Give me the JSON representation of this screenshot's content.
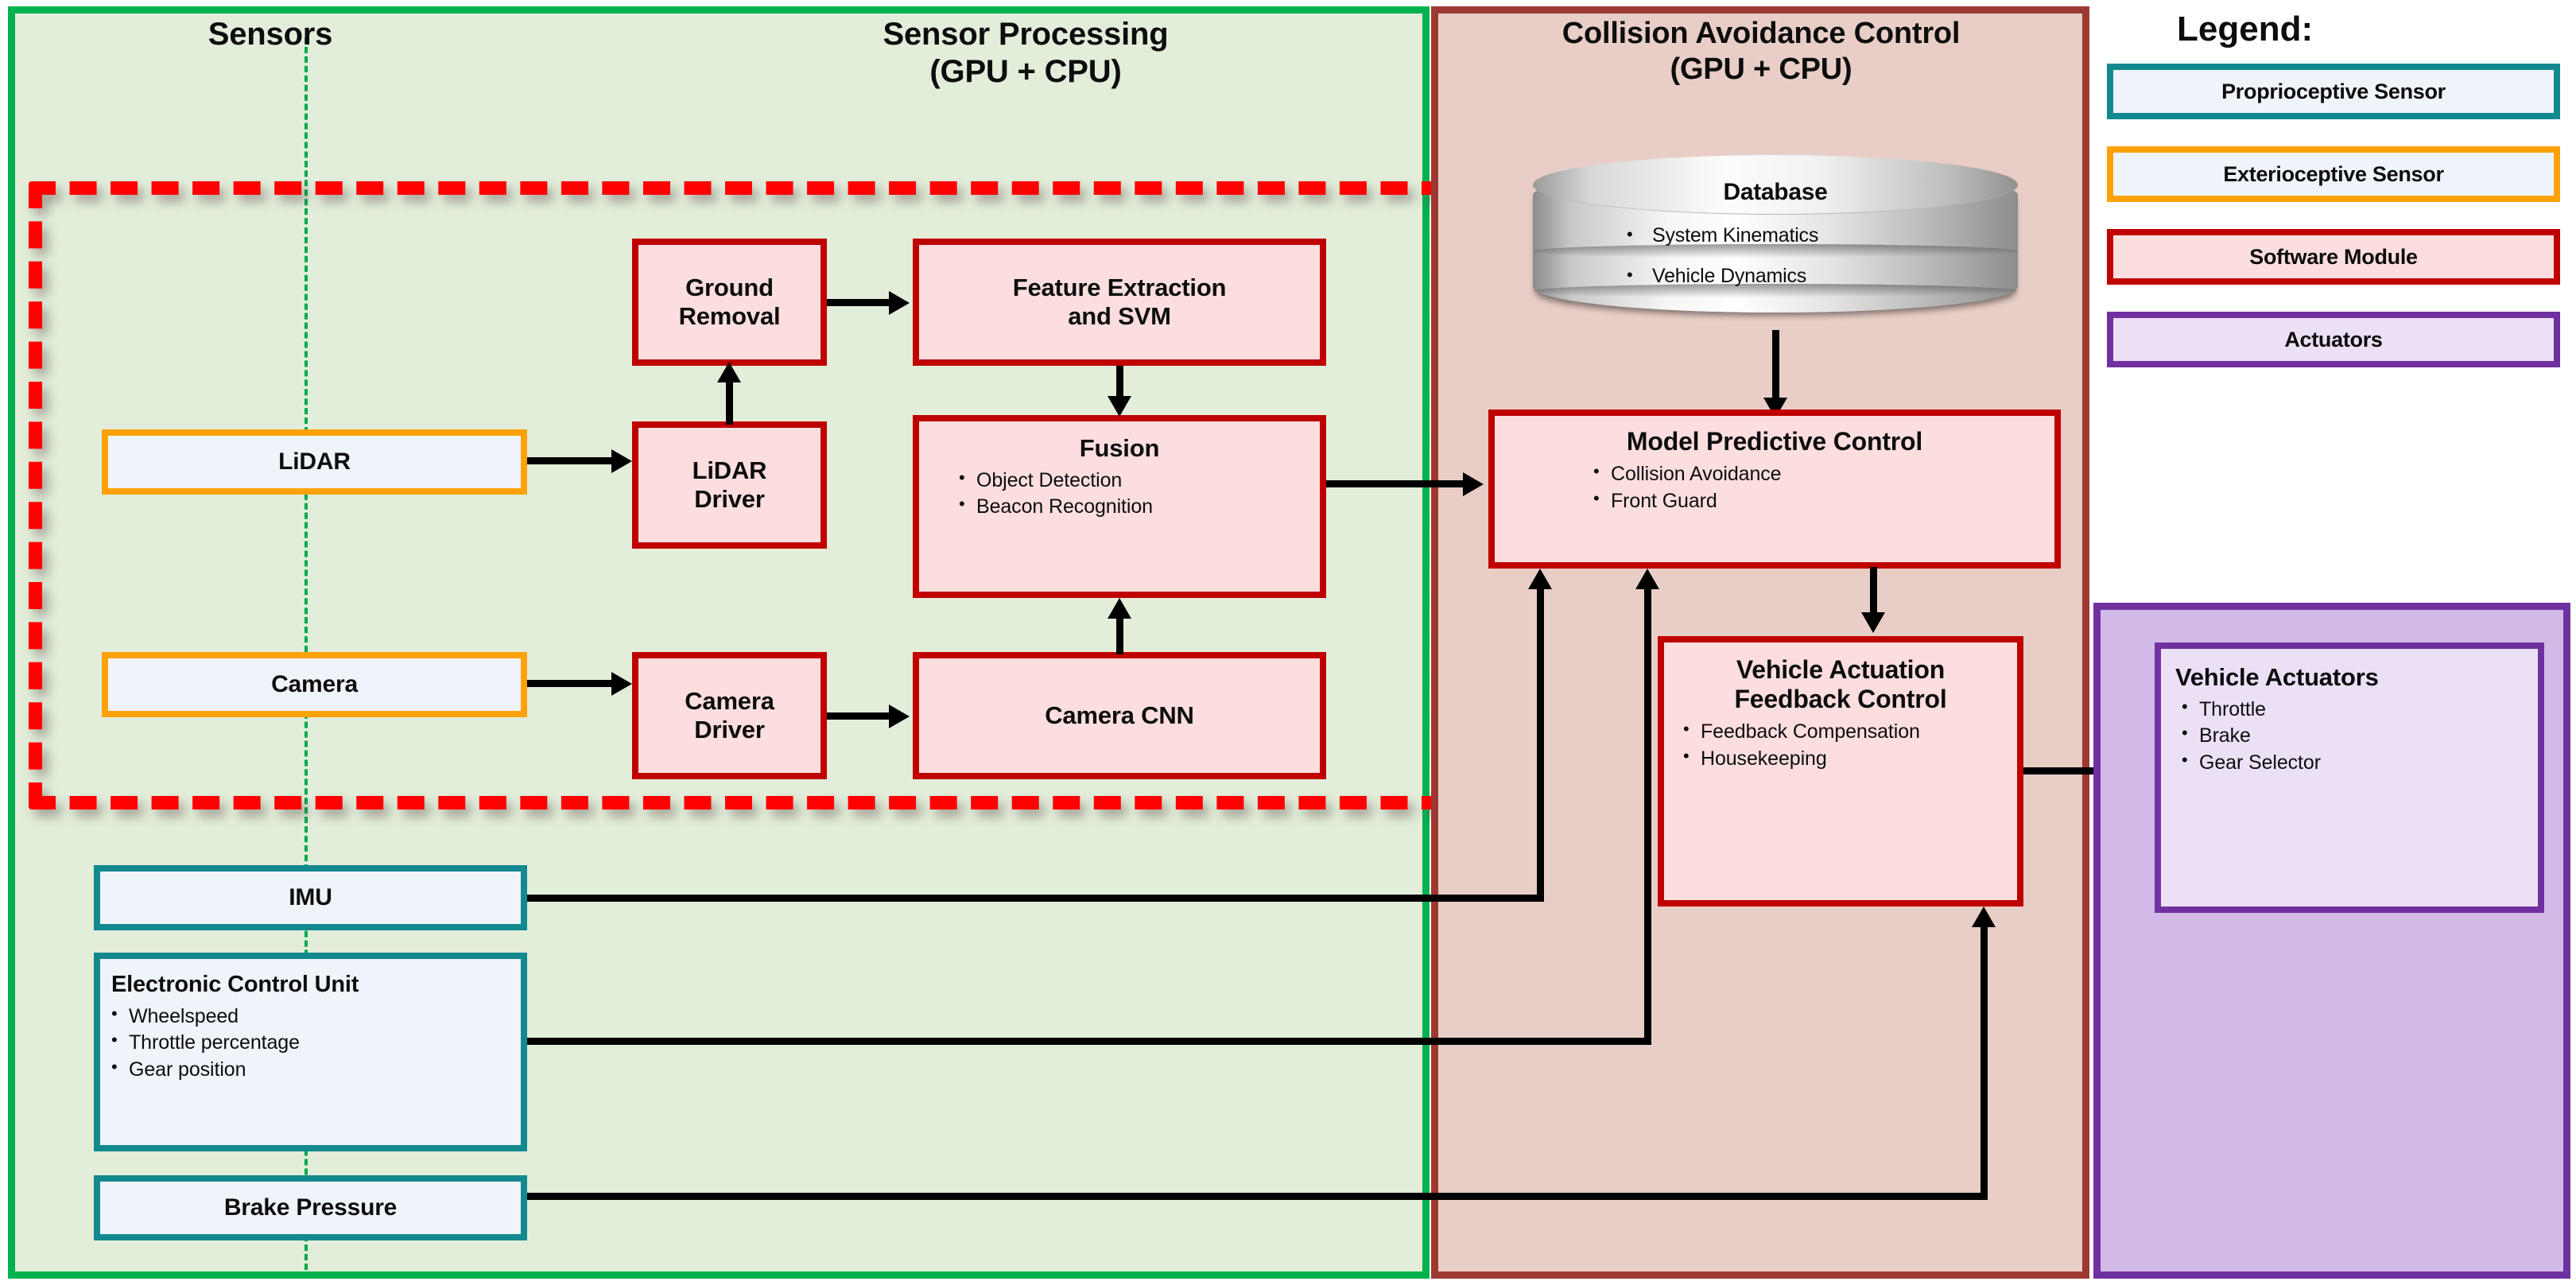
{
  "panels": {
    "sensors": {
      "title": "Sensors"
    },
    "sensor_processing": {
      "title_line1": "Sensor Processing",
      "title_line2": "(GPU + CPU)"
    },
    "collision_avoidance": {
      "title_line1": "Collision Avoidance Control",
      "title_line2": "(GPU + CPU)"
    }
  },
  "sensors": {
    "lidar": {
      "label": "LiDAR",
      "type": "exteroceptive"
    },
    "camera": {
      "label": "Camera",
      "type": "exteroceptive"
    },
    "imu": {
      "label": "IMU",
      "type": "proprioceptive"
    },
    "ecu": {
      "label": "Electronic Control Unit",
      "type": "proprioceptive",
      "items": [
        "Wheelspeed",
        "Throttle percentage",
        "Gear position"
      ]
    },
    "brake_pressure": {
      "label": "Brake Pressure",
      "type": "proprioceptive"
    }
  },
  "processing": {
    "ground_removal": {
      "line1": "Ground",
      "line2": "Removal"
    },
    "feature_extraction": {
      "line1": "Feature Extraction",
      "line2": "and SVM"
    },
    "lidar_driver": {
      "line1": "LiDAR",
      "line2": "Driver"
    },
    "fusion": {
      "title": "Fusion",
      "items": [
        "Object Detection",
        "Beacon Recognition"
      ]
    },
    "camera_driver": {
      "line1": "Camera",
      "line2": "Driver"
    },
    "camera_cnn": {
      "title": "Camera CNN"
    }
  },
  "control": {
    "database": {
      "title": "Database",
      "items": [
        "System Kinematics",
        "Vehicle Dynamics"
      ]
    },
    "mpc": {
      "title": "Model Predictive Control",
      "items": [
        "Collision Avoidance",
        "Front Guard"
      ]
    },
    "vafc": {
      "line1": "Vehicle Actuation",
      "line2": "Feedback Control",
      "items": [
        "Feedback Compensation",
        "Housekeeping"
      ]
    }
  },
  "actuators": {
    "vehicle_actuators": {
      "title": "Vehicle Actuators",
      "items": [
        "Throttle",
        "Brake",
        "Gear Selector"
      ]
    }
  },
  "legend": {
    "title": "Legend:",
    "items": [
      {
        "label": "Proprioceptive Sensor",
        "border": "#12898f",
        "fill": "#eff4fa"
      },
      {
        "label": "Exterioceptive Sensor",
        "border": "#ffa20a",
        "fill": "#eff4fa"
      },
      {
        "label": "Software Module",
        "border": "#c00000",
        "fill": "#fcdede"
      },
      {
        "label": "Actuators",
        "border": "#7030a0",
        "fill": "#ece0f7"
      }
    ]
  },
  "colors": {
    "sensors_panel_bg": "#e2eeda",
    "sensors_panel_border": "#00b24f",
    "control_panel_bg": "#e8cec6",
    "control_panel_border": "#9e3833",
    "actuators_panel_bg": "#d2bae8",
    "actuators_panel_border": "#7030a0",
    "software_border": "#c00000",
    "software_fill": "#fcdede",
    "highlight_dashed": "#ff0000",
    "connector": "#000000"
  }
}
